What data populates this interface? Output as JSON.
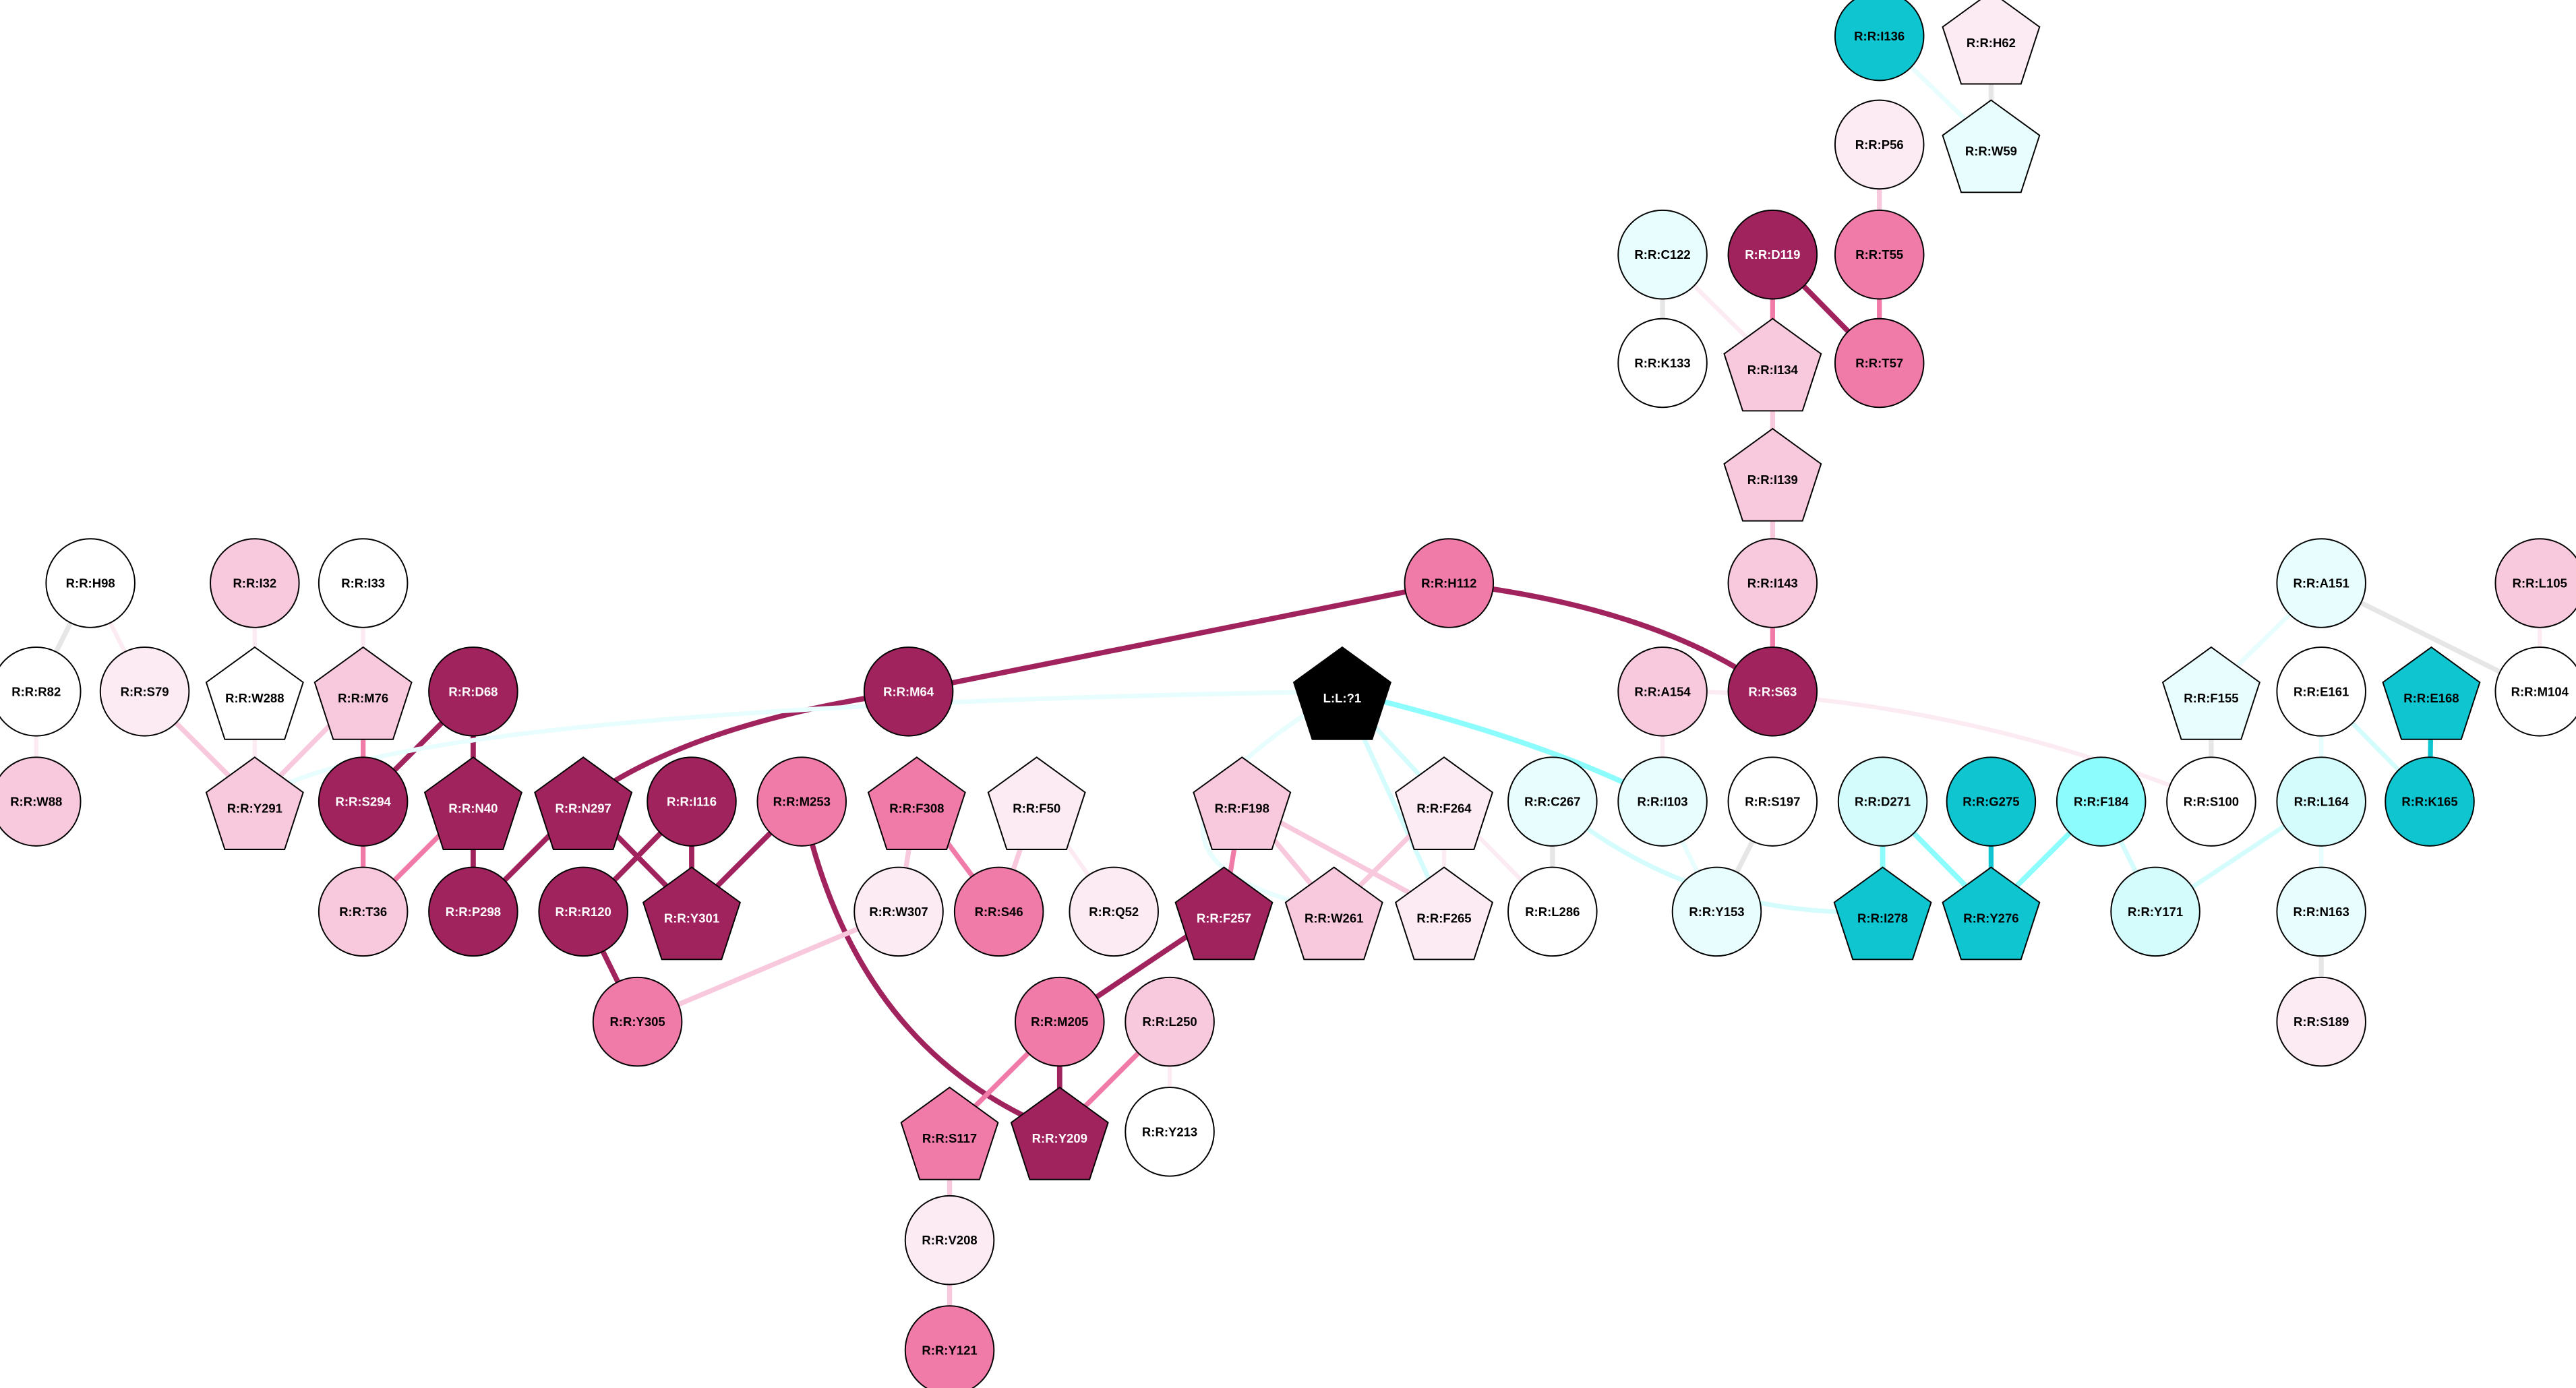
{
  "palette": {
    "dark": "#a0235e",
    "mid": "#f07ba8",
    "light": "#f8c8dc",
    "pale": "#fcebf2",
    "white": "#ffffff",
    "gray": "#e6e6e6",
    "cyanpale": "#e8fdfd",
    "cyanlight": "#d4fcfc",
    "cyanmid": "#8cfcfc",
    "teal": "#0fc5d0",
    "black": "#000000"
  },
  "nodes": [
    {
      "label": "R:R:I136",
      "shape": "circle",
      "fill": "teal"
    },
    {
      "label": "R:R:H62",
      "shape": "pentagon",
      "fill": "pale"
    },
    {
      "label": "R:R:W59",
      "shape": "pentagon",
      "fill": "cyanpale"
    },
    {
      "label": "R:R:P56",
      "shape": "circle",
      "fill": "pale"
    },
    {
      "label": "R:R:C122",
      "shape": "circle",
      "fill": "cyanpale"
    },
    {
      "label": "R:R:D119",
      "shape": "circle",
      "fill": "dark"
    },
    {
      "label": "R:R:T55",
      "shape": "circle",
      "fill": "mid"
    },
    {
      "label": "R:R:K133",
      "shape": "circle",
      "fill": "white"
    },
    {
      "label": "R:R:I134",
      "shape": "pentagon",
      "fill": "light"
    },
    {
      "label": "R:R:T57",
      "shape": "circle",
      "fill": "mid"
    },
    {
      "label": "R:R:I139",
      "shape": "pentagon",
      "fill": "light"
    },
    {
      "label": "R:R:H98",
      "shape": "circle",
      "fill": "white"
    },
    {
      "label": "R:R:I32",
      "shape": "circle",
      "fill": "light"
    },
    {
      "label": "R:R:I33",
      "shape": "circle",
      "fill": "white"
    },
    {
      "label": "R:R:H112",
      "shape": "circle",
      "fill": "mid"
    },
    {
      "label": "R:R:I143",
      "shape": "circle",
      "fill": "light"
    },
    {
      "label": "R:R:A151",
      "shape": "circle",
      "fill": "cyanpale"
    },
    {
      "label": "R:R:L105",
      "shape": "circle",
      "fill": "light"
    },
    {
      "label": "R:R:R82",
      "shape": "circle",
      "fill": "white"
    },
    {
      "label": "R:R:S79",
      "shape": "circle",
      "fill": "pale"
    },
    {
      "label": "R:R:W288",
      "shape": "pentagon",
      "fill": "white"
    },
    {
      "label": "R:R:M76",
      "shape": "pentagon",
      "fill": "light"
    },
    {
      "label": "R:R:D68",
      "shape": "circle",
      "fill": "dark"
    },
    {
      "label": "R:R:M64",
      "shape": "circle",
      "fill": "dark"
    },
    {
      "label": "L:L:?1",
      "shape": "pentagon",
      "fill": "black"
    },
    {
      "label": "R:R:A154",
      "shape": "circle",
      "fill": "light"
    },
    {
      "label": "R:R:S63",
      "shape": "circle",
      "fill": "dark"
    },
    {
      "label": "R:R:F155",
      "shape": "pentagon",
      "fill": "cyanpale"
    },
    {
      "label": "R:R:E161",
      "shape": "circle",
      "fill": "white"
    },
    {
      "label": "R:R:E168",
      "shape": "pentagon",
      "fill": "teal"
    },
    {
      "label": "R:R:M104",
      "shape": "circle",
      "fill": "white"
    },
    {
      "label": "R:R:W88",
      "shape": "circle",
      "fill": "light"
    },
    {
      "label": "R:R:Y291",
      "shape": "pentagon",
      "fill": "light"
    },
    {
      "label": "R:R:S294",
      "shape": "circle",
      "fill": "dark"
    },
    {
      "label": "R:R:N40",
      "shape": "pentagon",
      "fill": "dark"
    },
    {
      "label": "R:R:N297",
      "shape": "pentagon",
      "fill": "dark"
    },
    {
      "label": "R:R:I116",
      "shape": "circle",
      "fill": "dark"
    },
    {
      "label": "R:R:M253",
      "shape": "circle",
      "fill": "mid"
    },
    {
      "label": "R:R:F308",
      "shape": "pentagon",
      "fill": "mid"
    },
    {
      "label": "R:R:F50",
      "shape": "pentagon",
      "fill": "pale"
    },
    {
      "label": "R:R:F198",
      "shape": "pentagon",
      "fill": "light"
    },
    {
      "label": "R:R:F264",
      "shape": "pentagon",
      "fill": "pale"
    },
    {
      "label": "R:R:C267",
      "shape": "circle",
      "fill": "cyanpale"
    },
    {
      "label": "R:R:I103",
      "shape": "circle",
      "fill": "cyanpale"
    },
    {
      "label": "R:R:S197",
      "shape": "circle",
      "fill": "white"
    },
    {
      "label": "R:R:D271",
      "shape": "circle",
      "fill": "cyanlight"
    },
    {
      "label": "R:R:G275",
      "shape": "circle",
      "fill": "teal"
    },
    {
      "label": "R:R:F184",
      "shape": "circle",
      "fill": "cyanmid"
    },
    {
      "label": "R:R:S100",
      "shape": "circle",
      "fill": "white"
    },
    {
      "label": "R:R:L164",
      "shape": "circle",
      "fill": "cyanlight"
    },
    {
      "label": "R:R:K165",
      "shape": "circle",
      "fill": "teal"
    },
    {
      "label": "R:R:T36",
      "shape": "circle",
      "fill": "light"
    },
    {
      "label": "R:R:P298",
      "shape": "circle",
      "fill": "dark"
    },
    {
      "label": "R:R:R120",
      "shape": "circle",
      "fill": "dark"
    },
    {
      "label": "R:R:Y301",
      "shape": "pentagon",
      "fill": "dark"
    },
    {
      "label": "R:R:W307",
      "shape": "circle",
      "fill": "pale"
    },
    {
      "label": "R:R:S46",
      "shape": "circle",
      "fill": "mid"
    },
    {
      "label": "R:R:Q52",
      "shape": "circle",
      "fill": "pale"
    },
    {
      "label": "R:R:F257",
      "shape": "pentagon",
      "fill": "dark"
    },
    {
      "label": "R:R:W261",
      "shape": "pentagon",
      "fill": "light"
    },
    {
      "label": "R:R:F265",
      "shape": "pentagon",
      "fill": "pale"
    },
    {
      "label": "R:R:L286",
      "shape": "circle",
      "fill": "white"
    },
    {
      "label": "R:R:Y153",
      "shape": "circle",
      "fill": "cyanpale"
    },
    {
      "label": "R:R:I278",
      "shape": "pentagon",
      "fill": "teal"
    },
    {
      "label": "R:R:Y276",
      "shape": "pentagon",
      "fill": "teal"
    },
    {
      "label": "R:R:Y171",
      "shape": "circle",
      "fill": "cyanlight"
    },
    {
      "label": "R:R:N163",
      "shape": "circle",
      "fill": "cyanpale"
    },
    {
      "label": "R:R:Y305",
      "shape": "circle",
      "fill": "mid"
    },
    {
      "label": "R:R:M205",
      "shape": "circle",
      "fill": "mid"
    },
    {
      "label": "R:R:L250",
      "shape": "circle",
      "fill": "light"
    },
    {
      "label": "R:R:S189",
      "shape": "circle",
      "fill": "pale"
    },
    {
      "label": "R:R:S117",
      "shape": "pentagon",
      "fill": "mid"
    },
    {
      "label": "R:R:Y209",
      "shape": "pentagon",
      "fill": "dark"
    },
    {
      "label": "R:R:Y213",
      "shape": "circle",
      "fill": "white"
    },
    {
      "label": "R:R:V208",
      "shape": "circle",
      "fill": "pale"
    },
    {
      "label": "R:R:Y121",
      "shape": "circle",
      "fill": "mid"
    }
  ],
  "edges": [
    {
      "source": "R:R:I136",
      "target": "R:R:W59",
      "color": "cyanpale"
    },
    {
      "source": "R:R:H62",
      "target": "R:R:W59",
      "color": "gray"
    },
    {
      "source": "R:R:P56",
      "target": "R:R:T55",
      "color": "light"
    },
    {
      "source": "R:R:D119",
      "target": "R:R:T57",
      "color": "dark"
    },
    {
      "source": "R:R:T55",
      "target": "R:R:T57",
      "color": "mid"
    },
    {
      "source": "R:R:D119",
      "target": "R:R:I134",
      "color": "mid"
    },
    {
      "source": "R:R:C122",
      "target": "R:R:K133",
      "color": "gray"
    },
    {
      "source": "R:R:C122",
      "target": "R:R:I134",
      "color": "pale"
    },
    {
      "source": "R:R:I134",
      "target": "R:R:I139",
      "color": "light"
    },
    {
      "source": "R:R:I139",
      "target": "R:R:I143",
      "color": "light"
    },
    {
      "source": "R:R:I143",
      "target": "R:R:S63",
      "color": "mid"
    },
    {
      "source": "R:R:H112",
      "target": "R:R:S63",
      "color": "dark"
    },
    {
      "source": "R:R:H112",
      "target": "R:R:M64",
      "color": "dark"
    },
    {
      "source": "R:R:M64",
      "target": "R:R:N297",
      "color": "dark"
    },
    {
      "source": "R:R:A151",
      "target": "R:R:F155",
      "color": "cyanpale"
    },
    {
      "source": "R:R:A151",
      "target": "R:R:M104",
      "color": "gray"
    },
    {
      "source": "R:R:L105",
      "target": "R:R:M104",
      "color": "pale"
    },
    {
      "source": "R:R:H98",
      "target": "R:R:R82",
      "color": "gray"
    },
    {
      "source": "R:R:H98",
      "target": "R:R:S79",
      "color": "pale"
    },
    {
      "source": "R:R:R82",
      "target": "R:R:W88",
      "color": "pale"
    },
    {
      "source": "R:R:S79",
      "target": "R:R:Y291",
      "color": "light"
    },
    {
      "source": "R:R:I32",
      "target": "R:R:W288",
      "color": "pale"
    },
    {
      "source": "R:R:W288",
      "target": "R:R:Y291",
      "color": "pale"
    },
    {
      "source": "R:R:I33",
      "target": "R:R:M76",
      "color": "pale"
    },
    {
      "source": "R:R:M76",
      "target": "R:R:Y291",
      "color": "light"
    },
    {
      "source": "R:R:M76",
      "target": "R:R:S294",
      "color": "mid"
    },
    {
      "source": "R:R:D68",
      "target": "R:R:S294",
      "color": "dark"
    },
    {
      "source": "R:R:D68",
      "target": "R:R:N40",
      "color": "dark"
    },
    {
      "source": "L:L:?1",
      "target": "R:R:Y291",
      "color": "cyanpale"
    },
    {
      "source": "L:L:?1",
      "target": "R:R:I103",
      "color": "cyanmid"
    },
    {
      "source": "L:L:?1",
      "target": "R:R:F264",
      "color": "cyanlight"
    },
    {
      "source": "L:L:?1",
      "target": "R:R:F265",
      "color": "cyanlight"
    },
    {
      "source": "L:L:?1",
      "target": "R:R:W261",
      "color": "cyanpale"
    },
    {
      "source": "R:R:A154",
      "target": "R:R:I103",
      "color": "pale"
    },
    {
      "source": "R:R:A154",
      "target": "R:R:S100",
      "color": "pale"
    },
    {
      "source": "R:R:F155",
      "target": "R:R:S100",
      "color": "gray"
    },
    {
      "source": "R:R:E161",
      "target": "R:R:L164",
      "color": "cyanpale"
    },
    {
      "source": "R:R:E161",
      "target": "R:R:K165",
      "color": "cyanlight"
    },
    {
      "source": "R:R:E168",
      "target": "R:R:K165",
      "color": "teal"
    },
    {
      "source": "R:R:S294",
      "target": "R:R:T36",
      "color": "mid"
    },
    {
      "source": "R:R:N40",
      "target": "R:R:T36",
      "color": "mid"
    },
    {
      "source": "R:R:N40",
      "target": "R:R:P298",
      "color": "dark"
    },
    {
      "source": "R:R:N297",
      "target": "R:R:P298",
      "color": "dark"
    },
    {
      "source": "R:R:N297",
      "target": "R:R:Y301",
      "color": "dark"
    },
    {
      "source": "R:R:I116",
      "target": "R:R:R120",
      "color": "dark"
    },
    {
      "source": "R:R:I116",
      "target": "R:R:Y301",
      "color": "dark"
    },
    {
      "source": "R:R:M253",
      "target": "R:R:Y301",
      "color": "dark"
    },
    {
      "source": "R:R:M253",
      "target": "R:R:Y209",
      "color": "dark"
    },
    {
      "source": "R:R:F308",
      "target": "R:R:W307",
      "color": "light"
    },
    {
      "source": "R:R:F308",
      "target": "R:R:S46",
      "color": "mid"
    },
    {
      "source": "R:R:F50",
      "target": "R:R:S46",
      "color": "light"
    },
    {
      "source": "R:R:F50",
      "target": "R:R:Q52",
      "color": "pale"
    },
    {
      "source": "R:R:F198",
      "target": "R:R:F257",
      "color": "mid"
    },
    {
      "source": "R:R:F198",
      "target": "R:R:W261",
      "color": "light"
    },
    {
      "source": "R:R:F198",
      "target": "R:R:F265",
      "color": "light"
    },
    {
      "source": "R:R:F264",
      "target": "R:R:W261",
      "color": "light"
    },
    {
      "source": "R:R:F264",
      "target": "R:R:F265",
      "color": "pale"
    },
    {
      "source": "R:R:F264",
      "target": "R:R:L286",
      "color": "pale"
    },
    {
      "source": "R:R:C267",
      "target": "R:R:L286",
      "color": "gray"
    },
    {
      "source": "R:R:C267",
      "target": "R:R:I278",
      "color": "cyanlight"
    },
    {
      "source": "R:R:I103",
      "target": "R:R:Y153",
      "color": "cyanpale"
    },
    {
      "source": "R:R:S197",
      "target": "R:R:Y153",
      "color": "gray"
    },
    {
      "source": "R:R:D271",
      "target": "R:R:I278",
      "color": "cyanmid"
    },
    {
      "source": "R:R:D271",
      "target": "R:R:Y276",
      "color": "cyanmid"
    },
    {
      "source": "R:R:G275",
      "target": "R:R:Y276",
      "color": "teal"
    },
    {
      "source": "R:R:F184",
      "target": "R:R:Y276",
      "color": "cyanmid"
    },
    {
      "source": "R:R:F184",
      "target": "R:R:Y171",
      "color": "cyanlight"
    },
    {
      "source": "R:R:L164",
      "target": "R:R:Y171",
      "color": "cyanlight"
    },
    {
      "source": "R:R:L164",
      "target": "R:R:N163",
      "color": "cyanpale"
    },
    {
      "source": "R:R:N163",
      "target": "R:R:S189",
      "color": "gray"
    },
    {
      "source": "R:R:R120",
      "target": "R:R:Y305",
      "color": "dark"
    },
    {
      "source": "R:R:W307",
      "target": "R:R:Y305",
      "color": "light"
    },
    {
      "source": "R:R:F257",
      "target": "R:R:M205",
      "color": "dark"
    },
    {
      "source": "R:R:M205",
      "target": "R:R:S117",
      "color": "mid"
    },
    {
      "source": "R:R:M205",
      "target": "R:R:Y209",
      "color": "dark"
    },
    {
      "source": "R:R:L250",
      "target": "R:R:Y209",
      "color": "mid"
    },
    {
      "source": "R:R:L250",
      "target": "R:R:Y213",
      "color": "pale"
    },
    {
      "source": "R:R:S117",
      "target": "R:R:V208",
      "color": "light"
    },
    {
      "source": "R:R:V208",
      "target": "R:R:Y121",
      "color": "light"
    }
  ]
}
